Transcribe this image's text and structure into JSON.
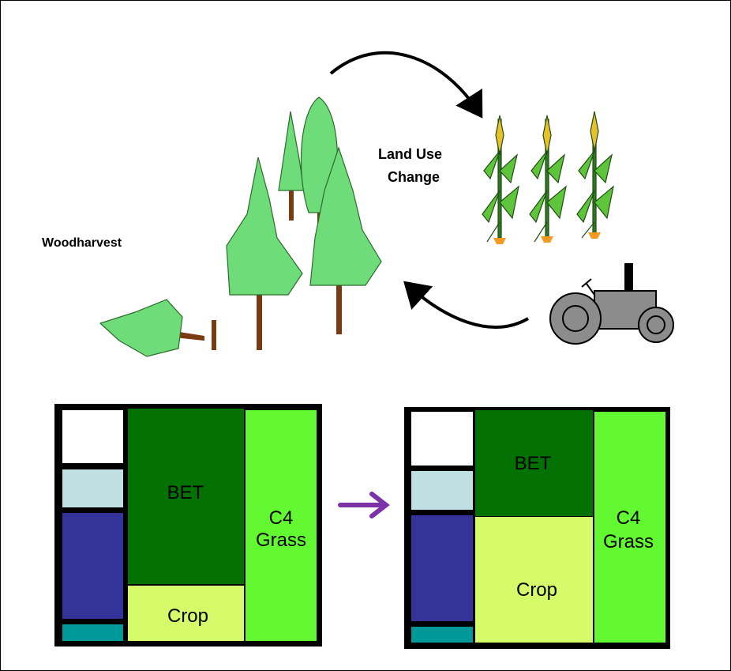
{
  "labels": {
    "land_use_line1": "Land Use",
    "land_use_line2": "Change",
    "wood_harvest": "Woodharvest"
  },
  "before_grid": {
    "bet": "BET",
    "crop": "Crop",
    "grass_line1": "C4",
    "grass_line2": "Grass"
  },
  "after_grid": {
    "bet": "BET",
    "crop": "Crop",
    "grass_line1": "C4",
    "grass_line2": "Grass"
  },
  "colors": {
    "bet": "#037203",
    "crop": "#d6fb6a",
    "grass": "#62f832",
    "light_blue": "#bfdfe2",
    "navy": "#333399",
    "teal": "#009999",
    "arrow": "#7d33a8",
    "tree": "#6fdc7a",
    "trunk": "#7a3b12",
    "tractor": "#8c8c8c"
  }
}
